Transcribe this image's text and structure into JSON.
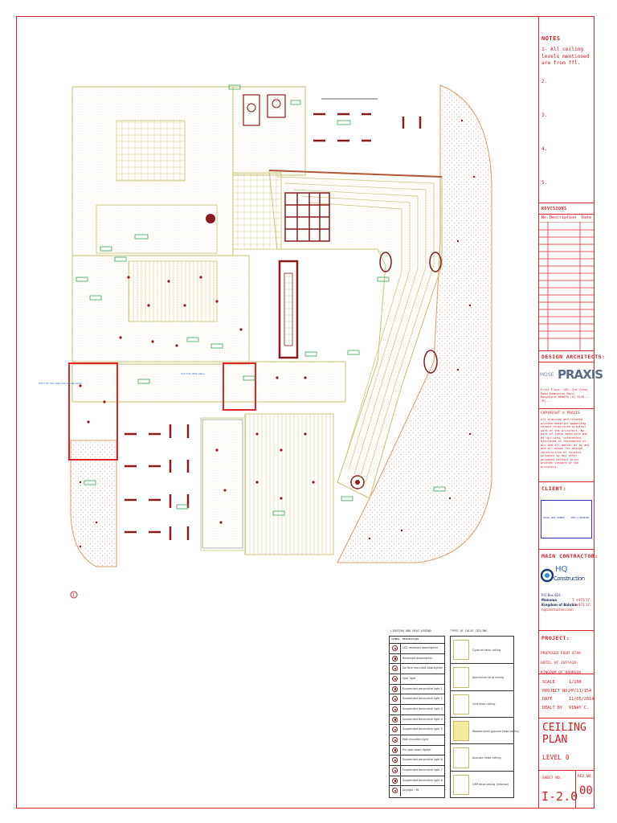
{
  "notes": {
    "heading": "NOTES",
    "items": [
      "1- All ceiling levels mentioned are from ffl.",
      "2.",
      "3.",
      "4.",
      "5."
    ]
  },
  "revisions": {
    "heading": "REVISIONS",
    "col_no": "No.",
    "col_desc": "Description",
    "col_date": "Date"
  },
  "design_architects": {
    "heading": "DESIGN ARCHITECTS:",
    "logo_text": "PRAXIS",
    "address": "First Floor, 183, 3rd Cross Road Pemberton Main, Bangalore 560076 (O) 9148... (M)..."
  },
  "copyright": {
    "heading": "COPYRIGHT © PRAXIS",
    "text": "All drawings and related written material appearing herein constitute original work of the Architect. No part of these materials may be utilized, referenced, disclosed or reproduced in any and all manner or by any and all means for design, construction or related purposes by any other purposes without prior written consent of the Architect."
  },
  "client": {
    "heading": "CLIENT:",
    "text": "HASAN ARIF QAMBER ... SONS & BRANCHES"
  },
  "main_contractor": {
    "heading": "MAIN CONTRACTOR:",
    "logo_line1": "HQ",
    "logo_line2": "Construction",
    "po": "P.O Box 824",
    "city": "Manama",
    "country": "Kingdom of Bahrain",
    "tel": "T: +973 17...",
    "fax": "F: +973 17...",
    "web": "hqconstruction.com"
  },
  "project": {
    "heading": "PROJECT:",
    "text": "PROPOSED FOUR STAR HOTEL AT JUFFAIR- KINGDOM OF BAHRAIN"
  },
  "meta": {
    "scale_label": "SCALE",
    "scale_value": "1/100",
    "project_no_label": "PROJECT NO.",
    "project_no_value": "PP/11/154",
    "date_label": "DATE",
    "date_value": "11/05/2014",
    "dealt_label": "DEALT BY",
    "dealt_value": "VINAY C."
  },
  "drawing": {
    "title_line1": "CEILING",
    "title_line2": "PLAN",
    "level": "LEVEL 0"
  },
  "sheet": {
    "sheet_no_label": "SHEET NO.",
    "sheet_no_value": "I-2.0",
    "rev_no_label": "REV NO.",
    "rev_no_value": "00"
  },
  "legend_lighting": {
    "heading": "LIGHTING AND HVAC LEGEND",
    "col_symbol": "SYMBOL",
    "col_desc": "DESCRIPTION",
    "items": [
      "LED recessed downlighter",
      "Recessed downlighter",
      "Surface mounted downlighter",
      "Spot light",
      "Suspended decorative light 1",
      "Suspended decorative light 2",
      "Suspended decorative light 3",
      "Suspended decorative light 4",
      "Suspended decorative light 5",
      "Wall mounted light",
      "Pin spot down lighter",
      "Suspended decorative light 6",
      "Suspended decorative light 7",
      "Suspended decorative light 8",
      "Skylight / fit"
    ]
  },
  "legend_ceiling": {
    "heading": "TYPES OF FALSE CEILING",
    "items": [
      "Gypsum false ceiling",
      "Aluminium strip ceiling",
      "Grid false ceiling",
      "Wooden/wall gypsum false ceiling",
      "Acoustic false ceiling",
      "GRP false ceiling (exterior)"
    ]
  },
  "plan": {
    "label_left": "DUE FOR THE AREA FOR BOARD LOGO",
    "label_middle": "DUE FOR DESK WALL",
    "marker": "1"
  },
  "colors": {
    "border": "#e0262a",
    "plan_line": "#c8c27a",
    "fixture": "#8b1a1a",
    "tag": "#3aa655",
    "hatch": "#d89a6a"
  }
}
